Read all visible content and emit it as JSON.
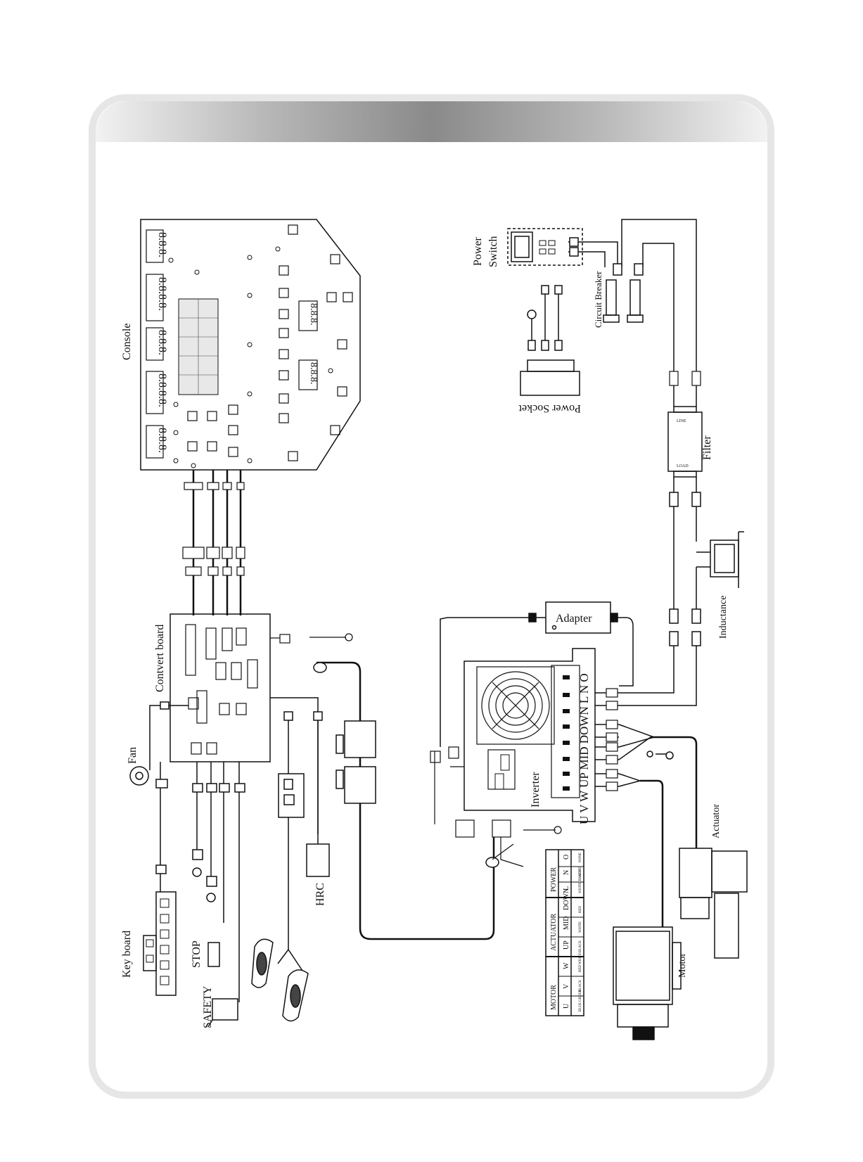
{
  "labels": {
    "console": "Console",
    "power_switch_line1": "Power",
    "power_switch_line2": "Switch",
    "circuit_breaker": "Circuit Breaker",
    "power_socket": "Power Socket",
    "filter": "Filter",
    "inductance": "Inductance",
    "adapter": "Adapter",
    "convert_board": "Contvert board",
    "fan": "Fan",
    "key_board": "Key board",
    "stop": "STOP",
    "safety": "SAFETY",
    "hrc": "HRC",
    "inverter": "Inverter",
    "actuator": "Actuator",
    "motor": "Motor",
    "filter_line": "LINE",
    "filter_load": "LOAD",
    "inverter_terminals": "U V W    UP MID DOWN L N O",
    "display_digits": "8.8.8.",
    "display_digits4": "8.8.8.8."
  },
  "wiring_table": {
    "groups": [
      "MOTOR",
      "ACTUATOR",
      "POWER"
    ],
    "terminals": [
      "U",
      "V",
      "W",
      "UP",
      "MID",
      "DOWN",
      "L",
      "N",
      "O"
    ],
    "colors": [
      "BLUE GREEN",
      "BLACK",
      "RED WHITE",
      "BLACK",
      "WHITE",
      "RED",
      "WHITE BLACK",
      "WHITE",
      "NONE"
    ]
  }
}
